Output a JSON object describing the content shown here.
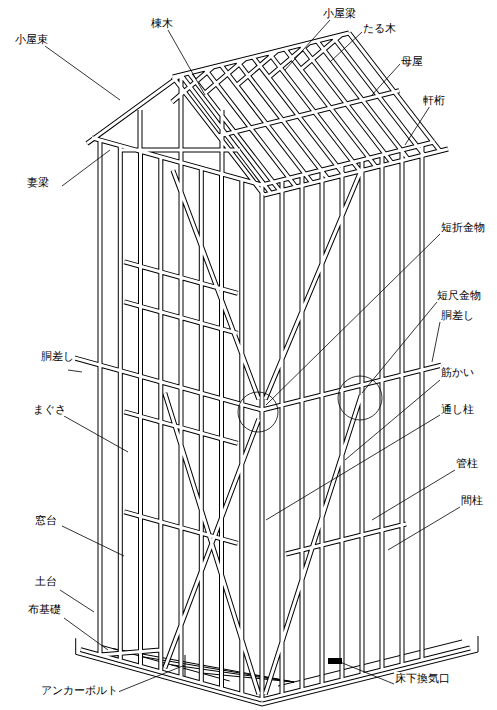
{
  "diagram": {
    "labels": [
      "小屋束",
      "棟木",
      "小屋梁",
      "たる木",
      "母屋",
      "軒桁",
      "妻梁",
      "短折金物",
      "短尺金物",
      "胴差し",
      "胴差し",
      "筋かい",
      "まぐさ",
      "通し柱",
      "管柱",
      "間柱",
      "窓台",
      "土台",
      "布基礎",
      "アンカーボルト",
      "床下換気口"
    ]
  }
}
